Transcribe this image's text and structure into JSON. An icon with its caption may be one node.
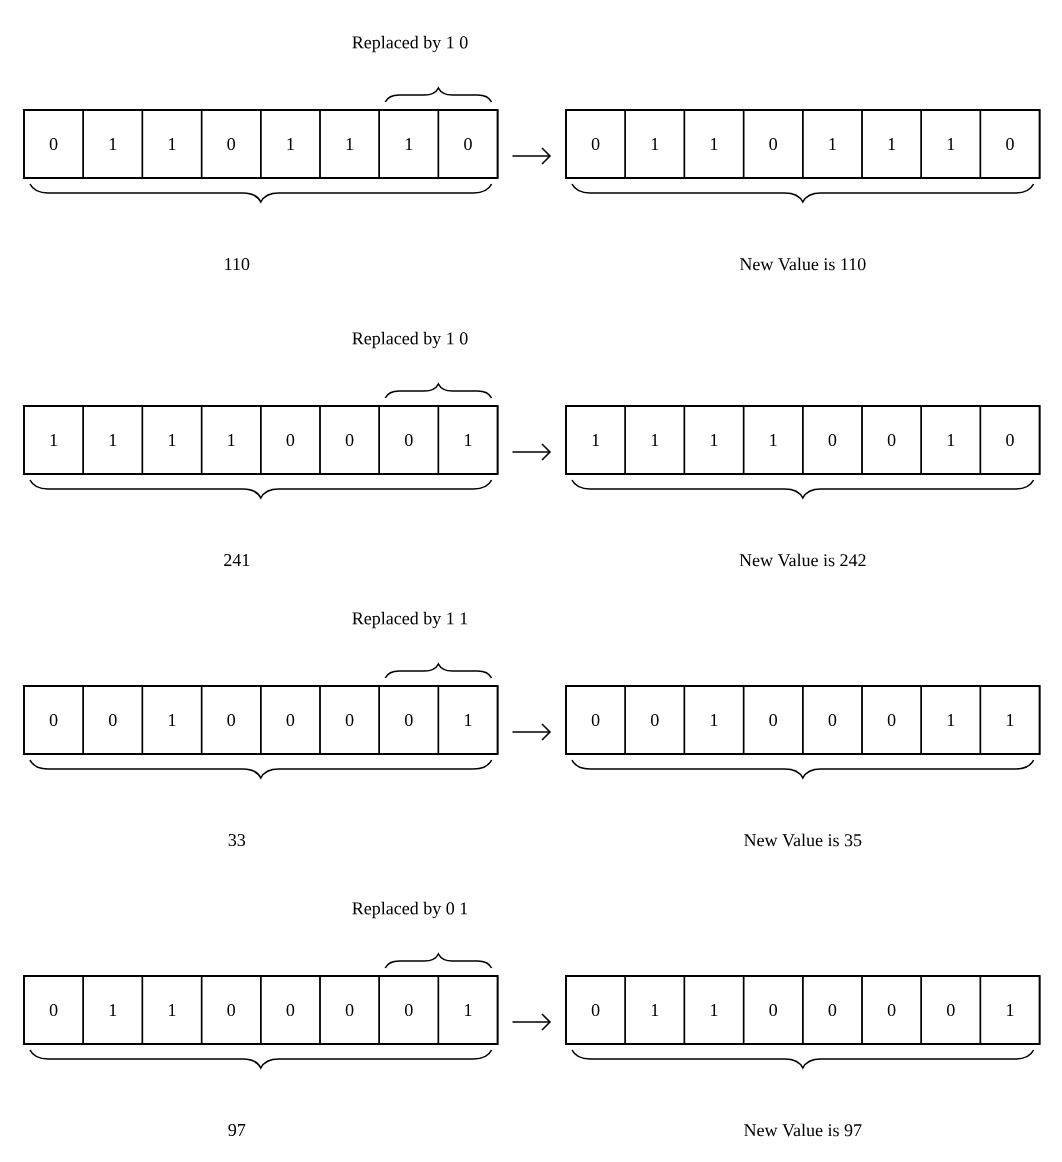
{
  "diagram": {
    "nodes": [
      {
        "text": [],
        "shape": "box"
      },
      {
        "text": [
          "0"
        ],
        "in": 0
      },
      {
        "text": [
          "1"
        ],
        "in": 0
      },
      {
        "text": [
          "1"
        ],
        "in": 0
      },
      {
        "text": [
          "0"
        ],
        "in": 0
      },
      {
        "text": [
          "1"
        ],
        "in": 0
      },
      {
        "text": [
          "1"
        ],
        "in": 0
      },
      {
        "text": [
          "1"
        ],
        "in": 0
      },
      {
        "text": [
          "0"
        ],
        "in": 0
      },
      {
        "text": [],
        "shape": "box"
      },
      {
        "text": [
          "0"
        ],
        "in": 9
      },
      {
        "text": [
          "1"
        ],
        "in": 9
      },
      {
        "text": [
          "1"
        ],
        "in": 9
      },
      {
        "text": [
          "0"
        ],
        "in": 9
      },
      {
        "text": [
          "1"
        ],
        "in": 9
      },
      {
        "text": [
          "1"
        ],
        "in": 9
      },
      {
        "text": [
          "1"
        ],
        "in": 9
      },
      {
        "text": [
          "0"
        ],
        "in": 9
      },
      {
        "text": [],
        "shape": "box"
      },
      {
        "text": [
          "1"
        ],
        "in": 18
      },
      {
        "text": [
          "1"
        ],
        "in": 18
      },
      {
        "text": [
          "1"
        ],
        "in": 18
      },
      {
        "text": [
          "1"
        ],
        "in": 18
      },
      {
        "text": [
          "0"
        ],
        "in": 18
      },
      {
        "text": [
          "0"
        ],
        "in": 18
      },
      {
        "text": [
          "0"
        ],
        "in": 18
      },
      {
        "text": [
          "1"
        ],
        "in": 18
      },
      {
        "text": [],
        "shape": "box"
      },
      {
        "text": [
          "1"
        ],
        "in": 27
      },
      {
        "text": [
          "1"
        ],
        "in": 27
      },
      {
        "text": [
          "1"
        ],
        "in": 27
      },
      {
        "text": [
          "1"
        ],
        "in": 27
      },
      {
        "text": [
          "0"
        ],
        "in": 27
      },
      {
        "text": [
          "0"
        ],
        "in": 27
      },
      {
        "text": [
          "1"
        ],
        "in": 27
      },
      {
        "text": [
          "0"
        ],
        "in": 27
      },
      {
        "text": [],
        "shape": "box"
      },
      {
        "text": [
          "0"
        ],
        "in": 36
      },
      {
        "text": [
          "0"
        ],
        "in": 36
      },
      {
        "text": [
          "1"
        ],
        "in": 36
      },
      {
        "text": [
          "0"
        ],
        "in": 36
      },
      {
        "text": [
          "0"
        ],
        "in": 36
      },
      {
        "text": [
          "0"
        ],
        "in": 36
      },
      {
        "text": [
          "0"
        ],
        "in": 36
      },
      {
        "text": [
          "1"
        ],
        "in": 36
      },
      {
        "text": [],
        "shape": "box"
      },
      {
        "text": [
          "0"
        ],
        "in": 45
      },
      {
        "text": [
          "0"
        ],
        "in": 45
      },
      {
        "text": [
          "1"
        ],
        "in": 45
      },
      {
        "text": [
          "0"
        ],
        "in": 45
      },
      {
        "text": [
          "0"
        ],
        "in": 45
      },
      {
        "text": [
          "0"
        ],
        "in": 45
      },
      {
        "text": [
          "1"
        ],
        "in": 45
      },
      {
        "text": [
          "1"
        ],
        "in": 45
      },
      {
        "text": [],
        "shape": "box"
      },
      {
        "text": [
          "0"
        ],
        "in": 54
      },
      {
        "text": [
          "1"
        ],
        "in": 54
      },
      {
        "text": [
          "1"
        ],
        "in": 54
      },
      {
        "text": [
          "0"
        ],
        "in": 54
      },
      {
        "text": [
          "0"
        ],
        "in": 54
      },
      {
        "text": [
          "0"
        ],
        "in": 54
      },
      {
        "text": [
          "0"
        ],
        "in": 54
      },
      {
        "text": [
          "1"
        ],
        "in": 54
      },
      {
        "text": [],
        "shape": "box"
      },
      {
        "text": [
          "0"
        ],
        "in": 63
      },
      {
        "text": [
          "1"
        ],
        "in": 63
      },
      {
        "text": [
          "1"
        ],
        "in": 63
      },
      {
        "text": [
          "0"
        ],
        "in": 63
      },
      {
        "text": [
          "0"
        ],
        "in": 63
      },
      {
        "text": [
          "0"
        ],
        "in": 63
      },
      {
        "text": [
          "0"
        ],
        "in": 63
      },
      {
        "text": [
          "1"
        ],
        "in": 63
      }
    ],
    "edges": [
      {
        "from": 0,
        "to": 9,
        "arrow": "to"
      },
      {
        "from": 18,
        "to": 27,
        "arrow": "to"
      },
      {
        "from": 36,
        "to": 45,
        "arrow": "to"
      },
      {
        "from": 54,
        "to": 63,
        "arrow": "to"
      }
    ],
    "labels": [
      "Replaced by 1 0",
      "110",
      "New Value is 110",
      "Replaced by 1 0",
      "241",
      "New Value is 242",
      "Replaced by 1 1",
      "33",
      "New Value is 35",
      "Replaced by 0 1",
      "97",
      "New Value is 97"
    ]
  }
}
